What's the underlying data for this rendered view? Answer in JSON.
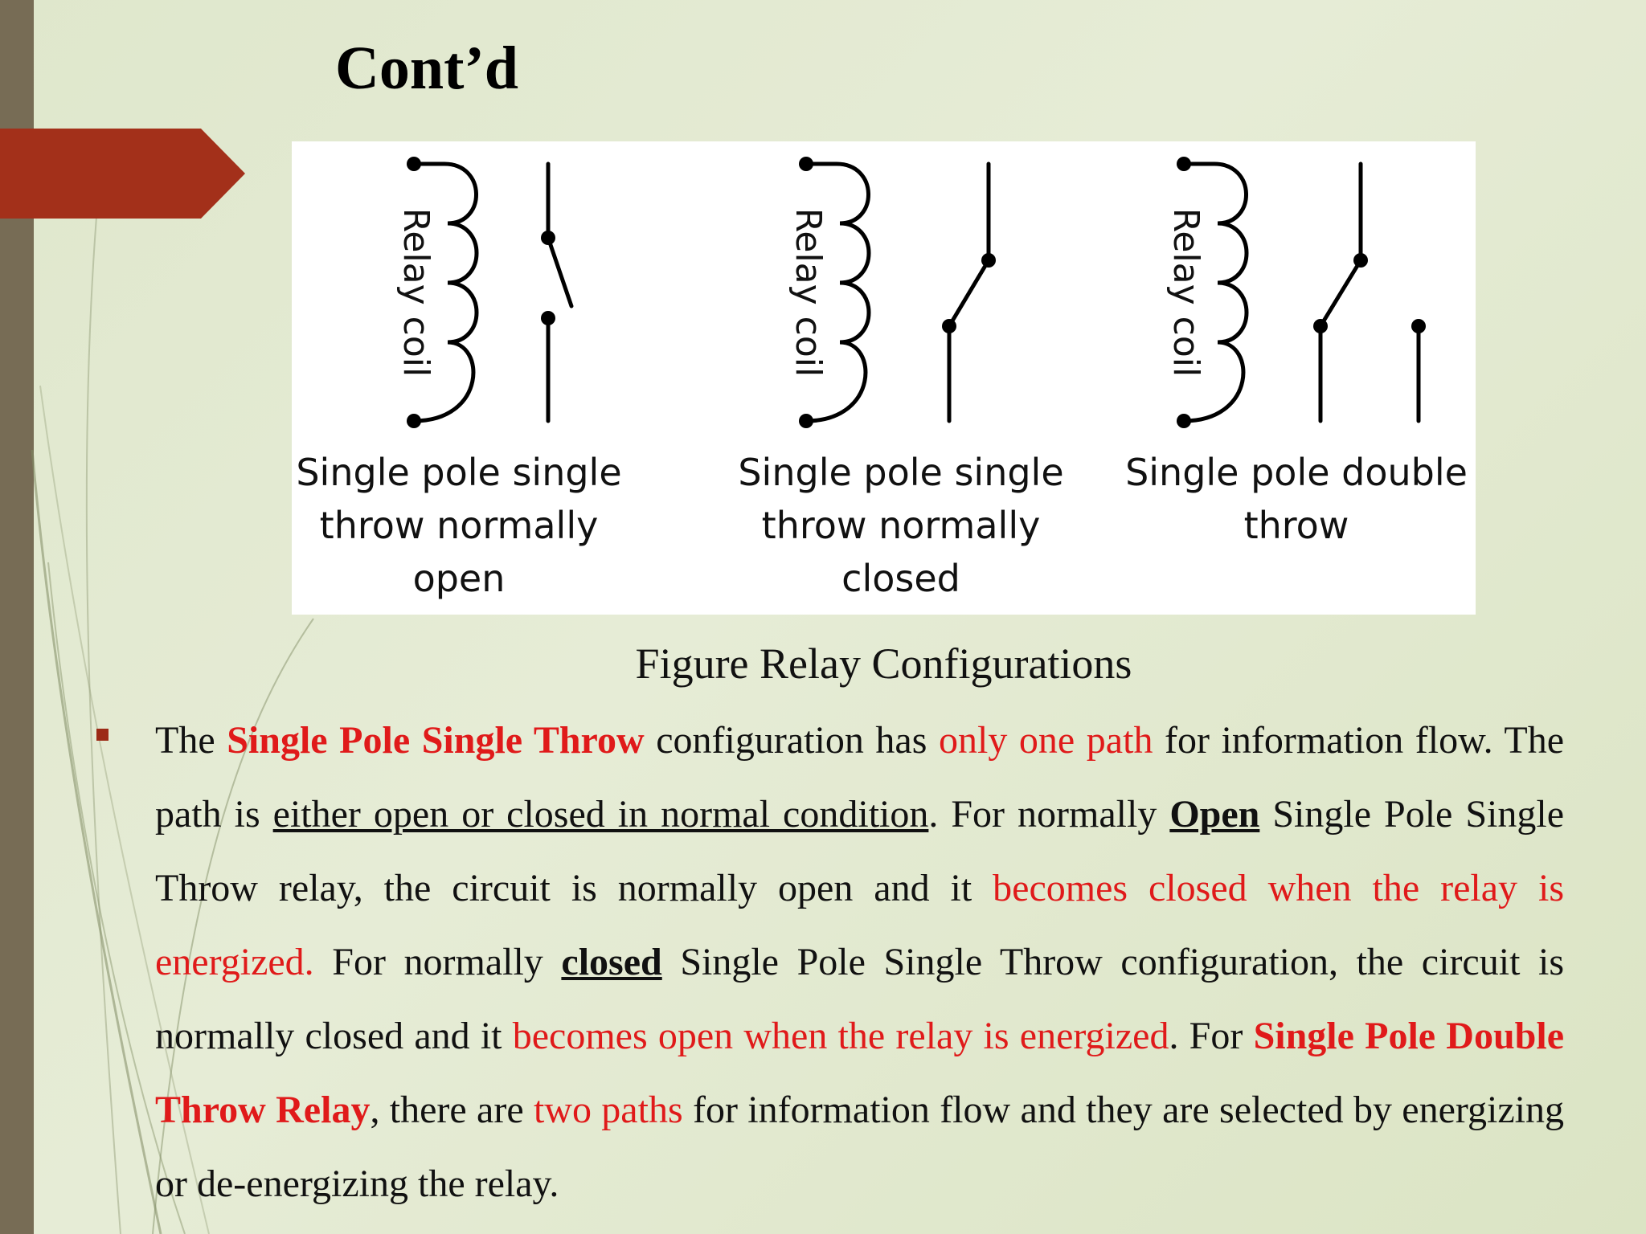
{
  "slide": {
    "title": "Cont’d"
  },
  "figure": {
    "coil_label": "Relay coil",
    "diagrams": [
      {
        "label_lines": [
          "Single pole single",
          "throw normally",
          "open"
        ]
      },
      {
        "label_lines": [
          "Single pole single",
          "throw normally",
          "closed"
        ]
      },
      {
        "label_lines": [
          "Single pole double",
          "throw"
        ]
      }
    ],
    "caption": "Figure Relay Configurations"
  },
  "paragraph": {
    "segments": [
      "The ",
      "Single Pole Single Throw",
      " configuration has ",
      "only one path",
      " for information flow. The path is ",
      "either open or closed in normal condition",
      ". For normally ",
      "Open",
      " Single Pole Single Throw relay, the circuit is normally open and it ",
      "becomes closed when the relay is energized.",
      " For normally ",
      "closed",
      " Single Pole Single Throw configuration, the circuit is normally closed and it ",
      "becomes open when the relay is energized",
      ". For ",
      "Single Pole Double Throw Relay",
      ", there are ",
      "two paths",
      " for information flow and they are selected by energizing or de-energizing the relay."
    ]
  },
  "colors": {
    "background": "#e2e9d0",
    "left_bar": "#776c55",
    "accent_arrow": "#a3301a",
    "highlight_red": "#e01a1a"
  }
}
